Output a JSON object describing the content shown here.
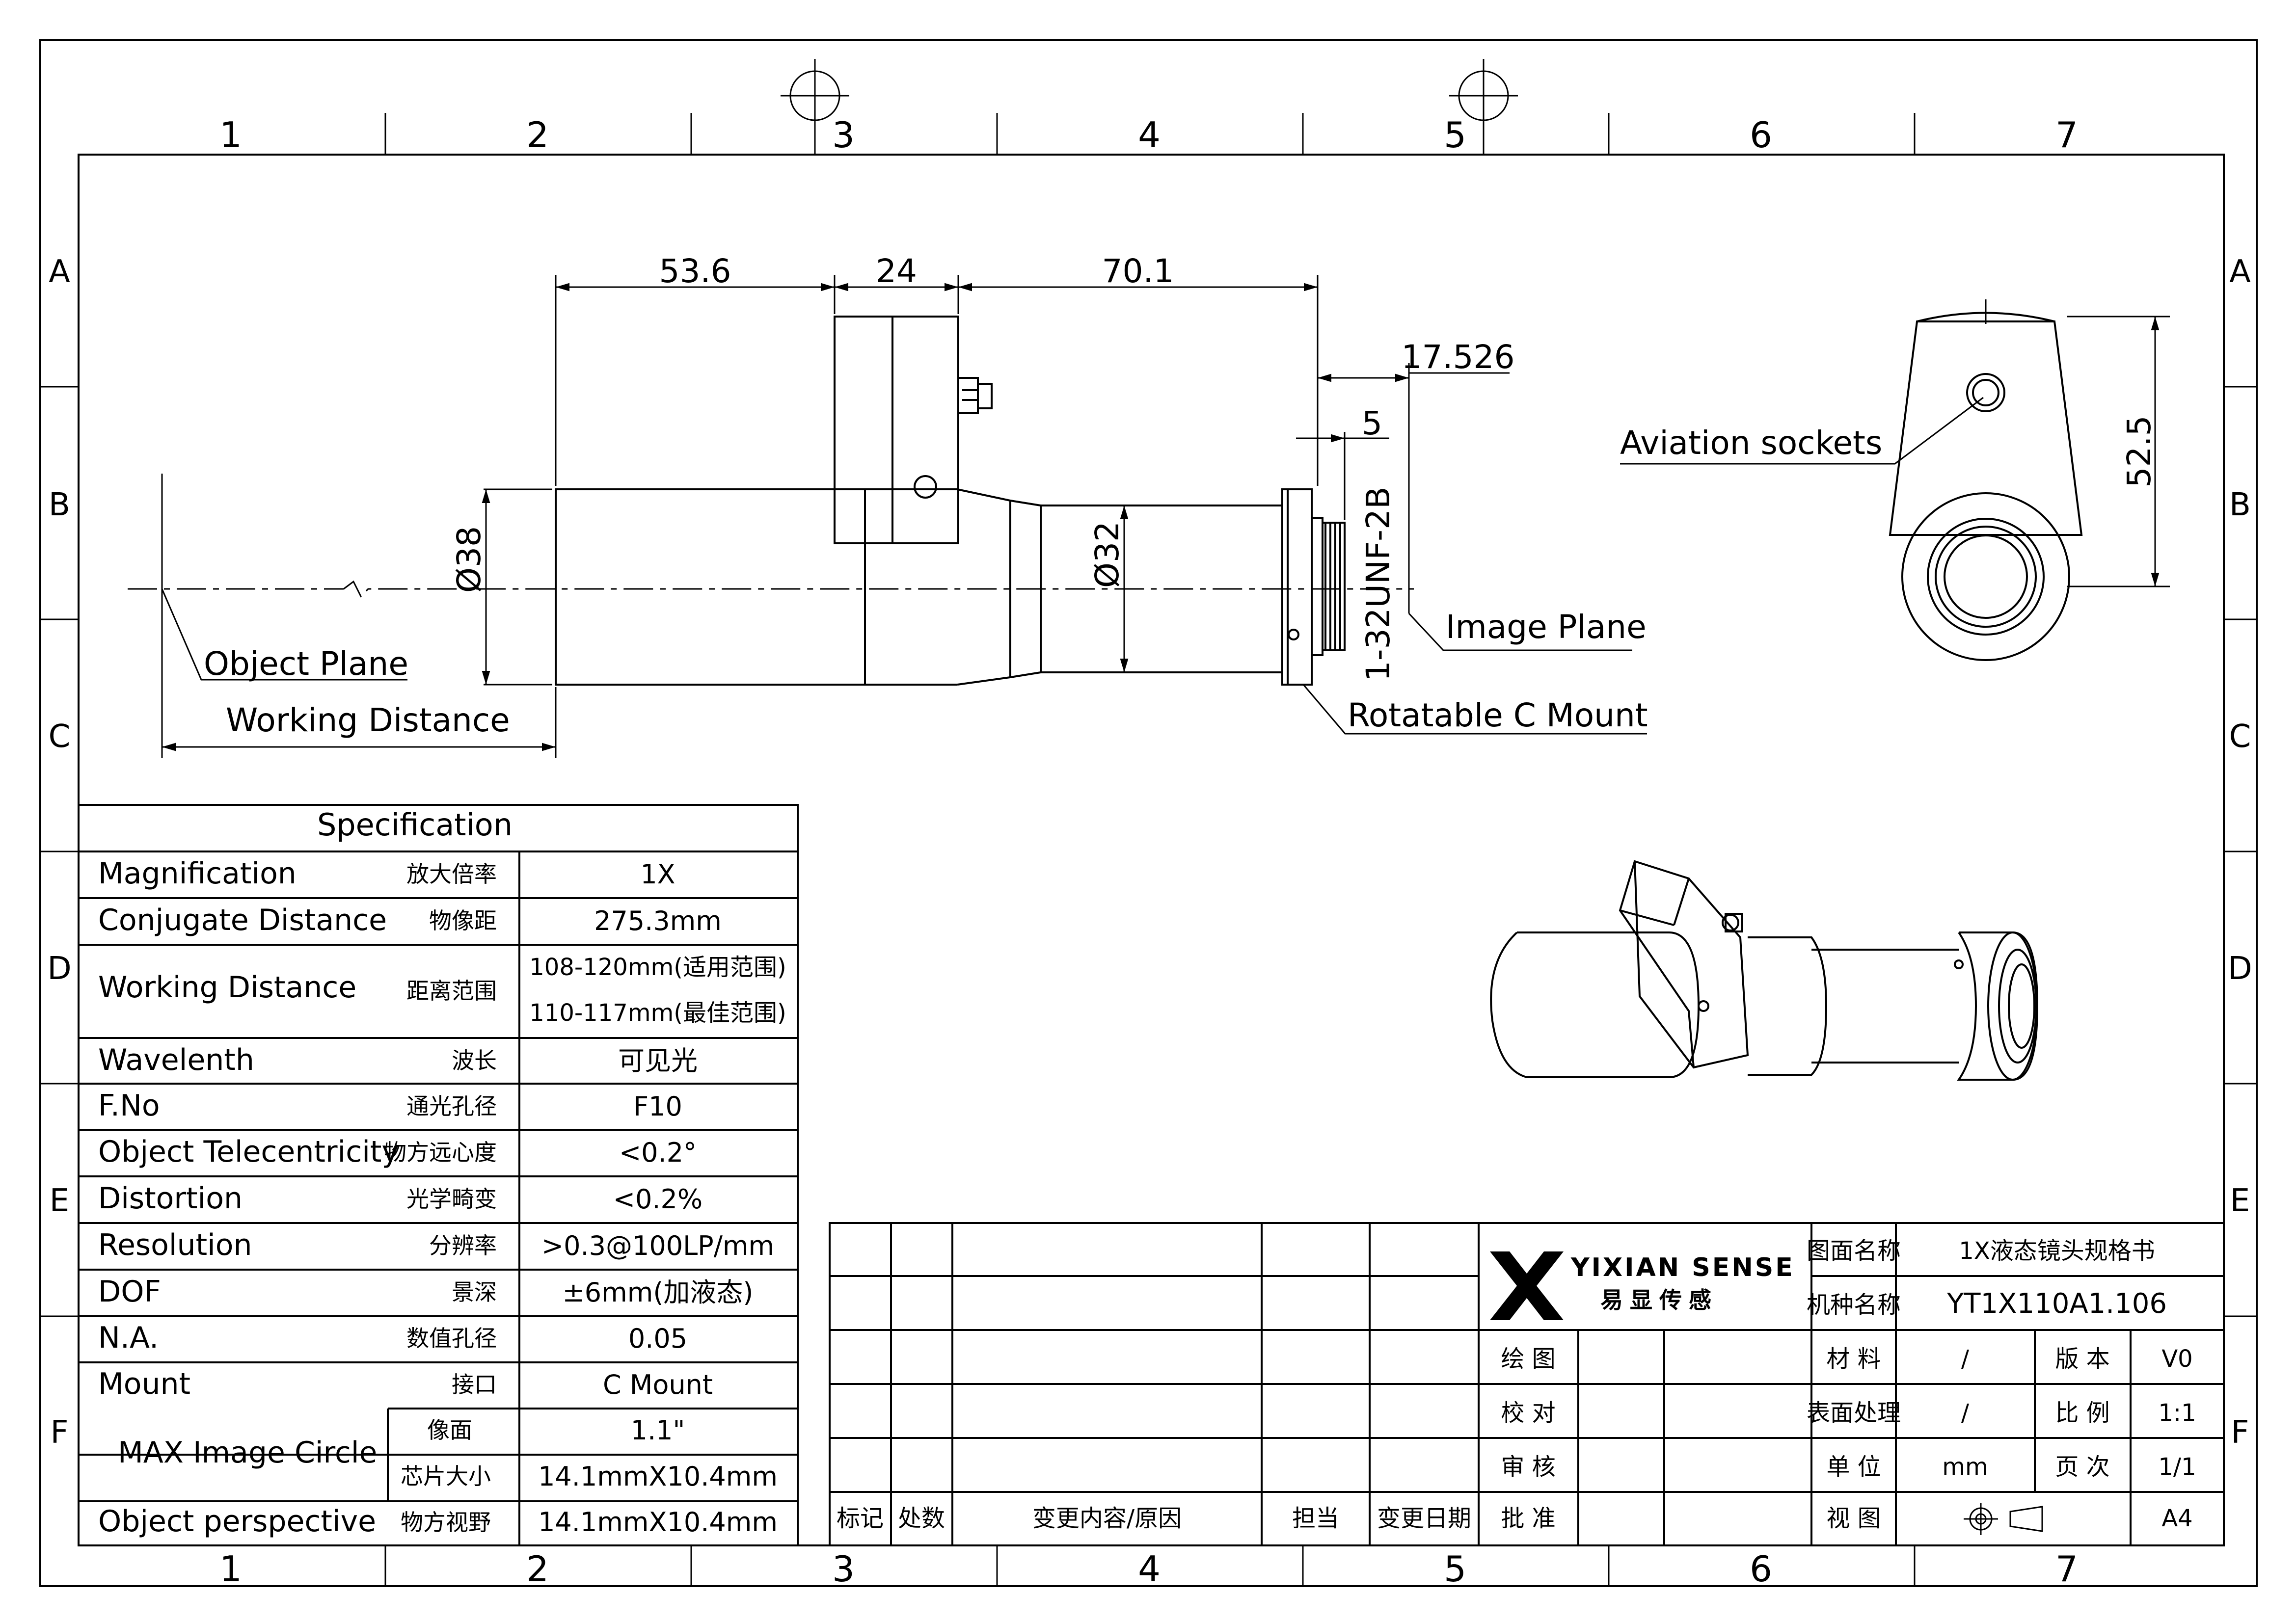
{
  "frame": {
    "columns": [
      "1",
      "2",
      "3",
      "4",
      "5",
      "6",
      "7"
    ],
    "rows": [
      "A",
      "B",
      "C",
      "D",
      "E",
      "F"
    ]
  },
  "drawing": {
    "dims": {
      "d_53_6": "53.6",
      "d_24": "24",
      "d_70_1": "70.1",
      "d_17_526": "17.526",
      "d_5": "5",
      "d_phi38": "Ø38",
      "d_phi32": "Ø32",
      "d_thread": "1-32UNF-2B",
      "d_52_5": "52.5"
    },
    "labels": {
      "object_plane": "Object Plane",
      "working_distance": "Working Distance",
      "image_plane": "Image Plane",
      "rotatable_mount": "Rotatable C Mount",
      "aviation_sockets": "Aviation sockets"
    }
  },
  "spec": {
    "title": "Specification",
    "rows": [
      {
        "en": "Magnification",
        "cn": "放大倍率",
        "val": "1X"
      },
      {
        "en": "Conjugate Distance",
        "cn": "物像距",
        "val": "275.3mm"
      },
      {
        "en": "Working Distance",
        "cn": "距离范围",
        "val": "108-120mm(适用范围)",
        "val2": "110-117mm(最佳范围)"
      },
      {
        "en": "Wavelenth",
        "cn": "波长",
        "val": "可见光"
      },
      {
        "en": "F.No",
        "cn": "通光孔径",
        "val": "F10"
      },
      {
        "en": "Object Telecentricity",
        "cn": "物方远心度",
        "val": "<0.2°"
      },
      {
        "en": "Distortion",
        "cn": "光学畸变",
        "val": "<0.2%"
      },
      {
        "en": "Resolution",
        "cn": "分辨率",
        "val": ">0.3@100LP/mm"
      },
      {
        "en": "DOF",
        "cn": "景深",
        "val": "±6mm(加液态)"
      },
      {
        "en": "N.A.",
        "cn": "数值孔径",
        "val": "0.05"
      },
      {
        "en": "Mount",
        "cn": "接口",
        "val": "C Mount"
      },
      {
        "en": "MAX Image Circle",
        "cn": "像面",
        "val": "1.1\"",
        "cn2": "芯片大小",
        "val2": "14.1mmX10.4mm"
      },
      {
        "en": "Object perspective",
        "cn": "物方视野",
        "val": "14.1mmX10.4mm"
      }
    ]
  },
  "title_block": {
    "logo_text": "YIXIAN SENSE",
    "logo_cn": "易显传感",
    "drawing_name_label": "图面名称",
    "drawing_name": "1X液态镜头规格书",
    "model_label": "机种名称",
    "model": "YT1X110A1.106",
    "draw_label": "绘 图",
    "check_label": "校 对",
    "review_label": "审 核",
    "approve_label": "批 准",
    "material_label": "材 料",
    "material": "/",
    "version_label": "版 本",
    "version": "V0",
    "surface_label": "表面处理",
    "surface": "/",
    "scale_label": "比 例",
    "scale": "1:1",
    "unit_label": "单 位",
    "unit": "mm",
    "page_label": "页 次",
    "page": "1/1",
    "view_label": "视 图",
    "size": "A4",
    "rev_headers": [
      "标记",
      "处数",
      "变更内容/原因",
      "担当",
      "变更日期"
    ]
  }
}
